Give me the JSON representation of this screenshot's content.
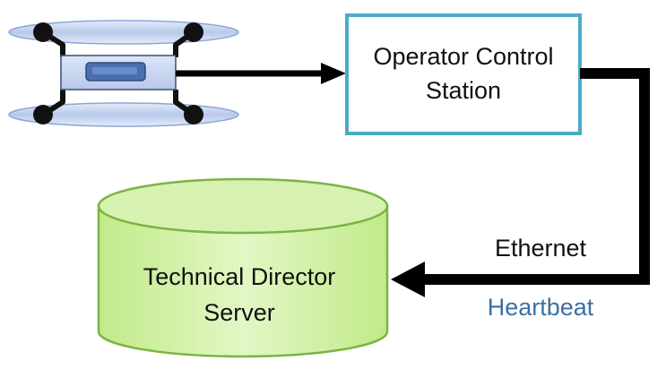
{
  "operator_station": {
    "label_line1": "Operator Control",
    "label_line2": "Station"
  },
  "server": {
    "label_line1": "Technical Director",
    "label_line2": "Server"
  },
  "connection": {
    "medium": "Ethernet",
    "message": "Heartbeat"
  },
  "colors": {
    "station_border": "#4bacc6",
    "server_fill": "#d2f0a6",
    "server_stroke": "#7cb342",
    "heartbeat_text": "#3d6fa3",
    "drone_arm": "#c5d3ee",
    "drone_body": "#c9d7f0",
    "drone_sensor": "#4c6fb1"
  },
  "icons": {
    "drone": "quadcopter-drone-icon"
  }
}
